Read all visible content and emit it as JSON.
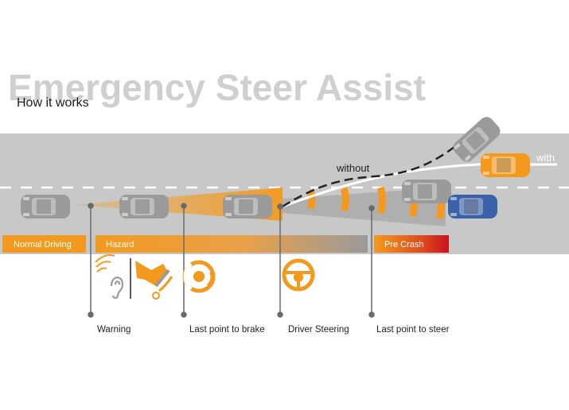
{
  "title": "Emergency Steer Assist",
  "subtitle": "How it works",
  "paths": {
    "without_label": "without",
    "with_label": "with"
  },
  "phases": [
    {
      "label": "Normal Driving"
    },
    {
      "label": "Hazard"
    },
    {
      "label": "Pre Crash"
    }
  ],
  "steps": [
    {
      "label": "Warning"
    },
    {
      "label": "Last point to brake"
    },
    {
      "label": "Driver Steering"
    },
    {
      "label": "Last point to steer"
    }
  ],
  "colors": {
    "accent": "#f39a1e",
    "road": "#c8c8c8",
    "title": "#cfcfcf",
    "crash": "#c8141e",
    "car_grey": "#9a9a9a",
    "car_blue": "#3a62a8",
    "car_orange": "#f39a1e"
  },
  "icons": [
    "audio-warning-icon",
    "ear-icon",
    "brake-pedal-icon",
    "brake-disc-icon",
    "steering-wheel-icon"
  ]
}
